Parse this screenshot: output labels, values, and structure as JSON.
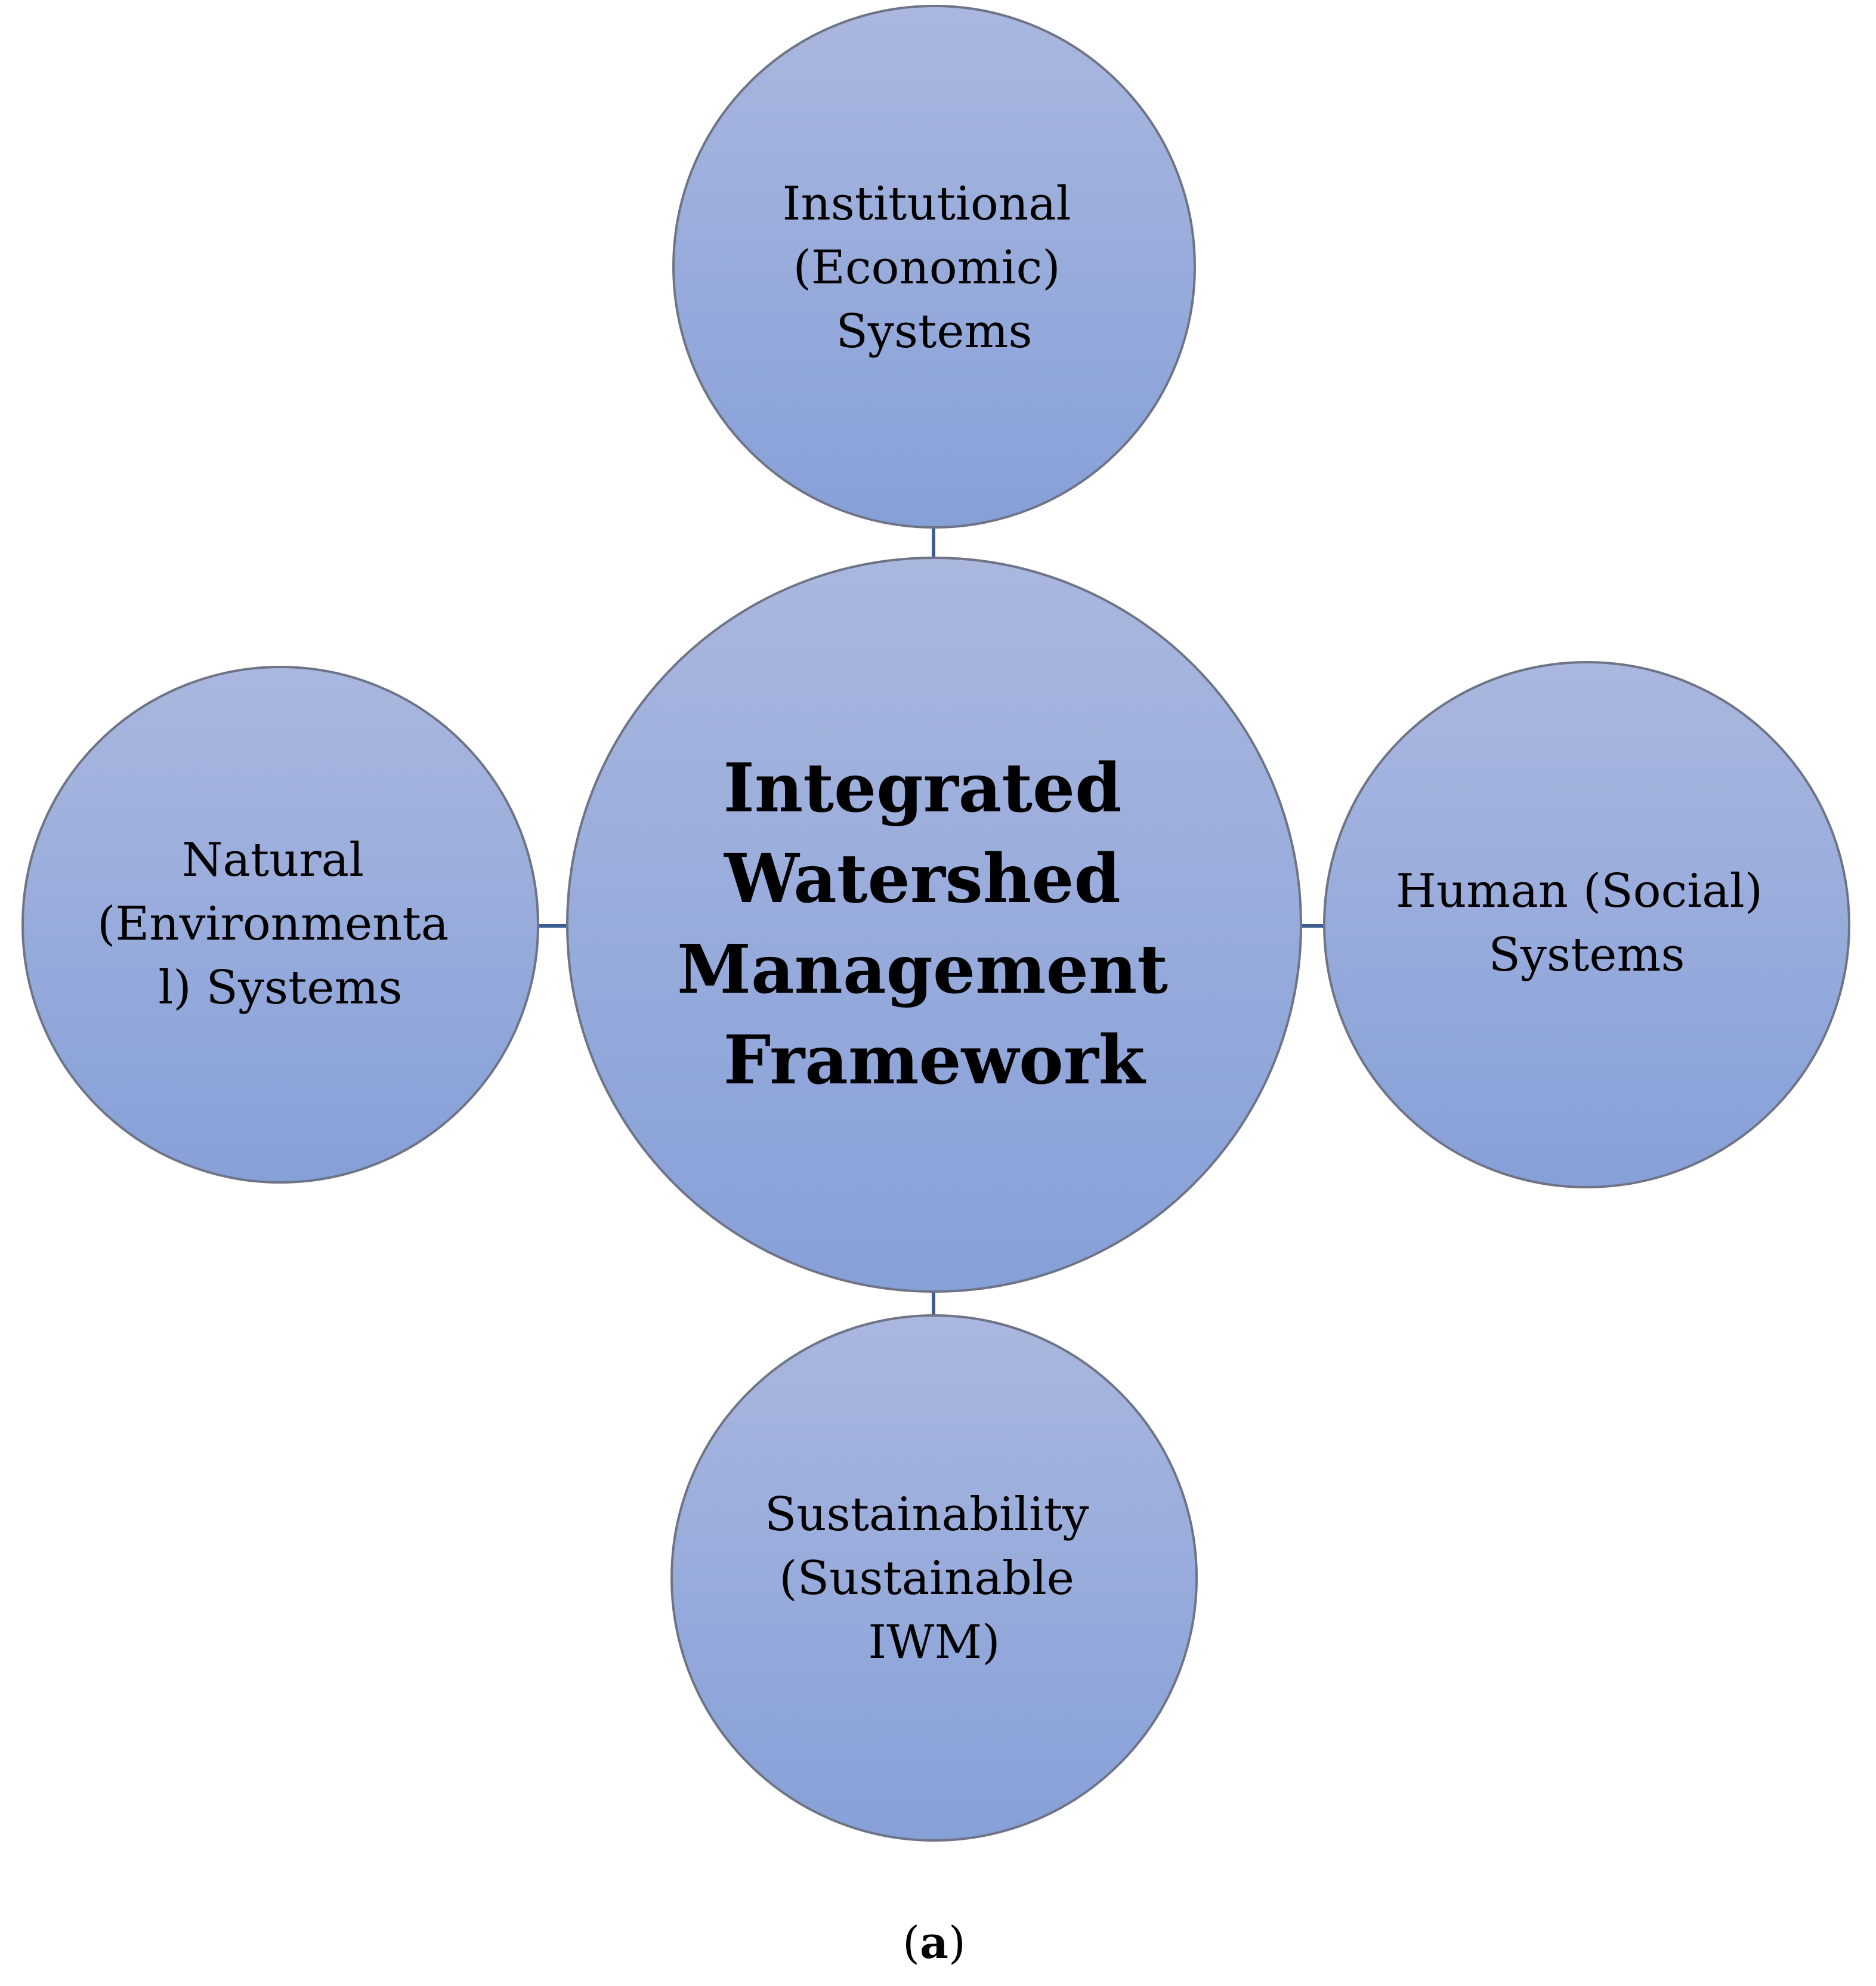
{
  "diagram": {
    "center": {
      "lines": [
        "Integrated",
        "Watershed",
        "Management",
        "Framework"
      ]
    },
    "top": {
      "lines": [
        "Institutional",
        "(Economic)",
        "Systems"
      ]
    },
    "left": {
      "lines": [
        "Natural",
        "(Environmenta",
        "l) Systems"
      ]
    },
    "right": {
      "lines": [
        "Human (Social)",
        "Systems"
      ]
    },
    "bottom": {
      "lines": [
        "Sustainability",
        "(Sustainable",
        "IWM)"
      ]
    },
    "caption": {
      "open": "(",
      "label": "a",
      "close": ")"
    }
  },
  "colors": {
    "circle_top": "#aab7df",
    "circle_bottom": "#86a0d8",
    "outline": "#6e7486",
    "connector": "#3d5c91"
  }
}
